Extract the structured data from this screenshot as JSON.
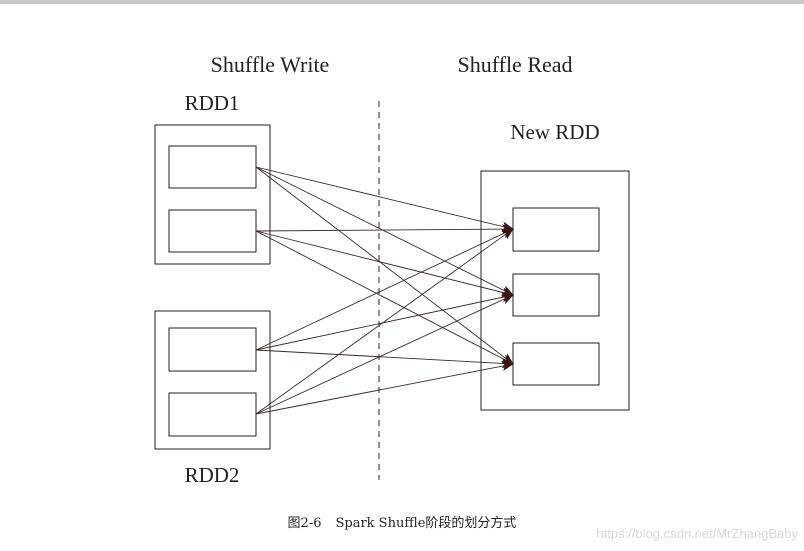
{
  "labels": {
    "shuffle_write": "Shuffle Write",
    "shuffle_read": "Shuffle Read",
    "rdd1": "RDD1",
    "rdd2": "RDD2",
    "new_rdd": "New RDD"
  },
  "caption": {
    "figure_number": "图2-6",
    "text": "Spark Shuffle阶段的划分方式"
  },
  "watermark": "https://blog.csdn.net/MrZhangBaby",
  "diagram": {
    "source_partitions": [
      "rdd1-p1",
      "rdd1-p2",
      "rdd2-p1",
      "rdd2-p2"
    ],
    "target_partitions": [
      "new-p1",
      "new-p2",
      "new-p3"
    ],
    "connections": "each source partition to every target partition"
  }
}
